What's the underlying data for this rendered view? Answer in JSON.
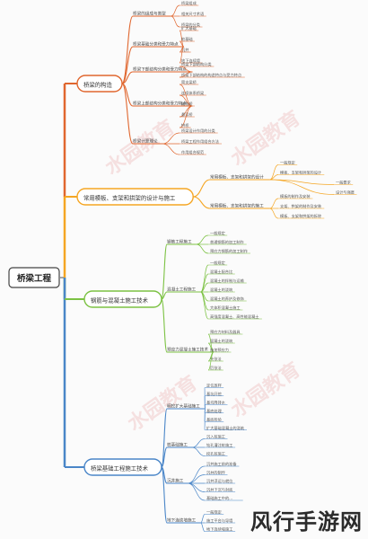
{
  "root": "桥梁工程",
  "watermark": "水园教育",
  "corner_label": "风行手游网",
  "colors": {
    "c1": "#e0662e",
    "c2": "#f5a623",
    "c3": "#7cc243",
    "c4": "#4a86c8",
    "line": "#e08050"
  },
  "branches": [
    {
      "id": "b1",
      "label": "桥梁的构造",
      "children": [
        {
          "label": "桥梁的组成与类型",
          "children": [
            "桥梁组成",
            "相关尺寸术语",
            "桥梁的分类"
          ]
        },
        {
          "label": "桥梁基础分类和受力特点",
          "children": [
            "扩大基础",
            "桩基础",
            "沉井",
            "地下连续墙"
          ]
        },
        {
          "label": "桥梁下部结构分类和受力特点",
          "children": [
            "桥梁下部结构分类",
            "桥梁下部结构的构造特点与受力特点"
          ]
        },
        {
          "label": "桥梁上部结构分类和受力特点",
          "children": [
            "简支梁桥",
            "连续体系桥梁",
            "刚构桥",
            "悬索桥",
            "拱桥"
          ]
        },
        {
          "label": "桥梁计算理论",
          "children": [
            "桥梁设计作用的分类",
            "桥梁工程作用组合方法",
            "作用组合规范"
          ]
        }
      ]
    },
    {
      "id": "b2",
      "label": "常用模板、支架和拱架的设计与施工",
      "children": [
        {
          "label": "常用模板、支架和拱架的设计",
          "children": [
            "一般规定",
            "模板、支架和拱架的设计",
            "一般要求",
            "设计与强度"
          ]
        },
        {
          "label": "常用模板、支架和拱架的施工",
          "children": [
            "模板的制作及安装",
            "支架、拱架的制作及安装",
            "模板、支架和拱架的拆除"
          ]
        }
      ]
    },
    {
      "id": "b3",
      "label": "钢筋与混凝土施工技术",
      "children": [
        {
          "label": "钢筋工程施工",
          "children": [
            "一般规定",
            "普通钢筋的加工制作",
            "预应力钢筋的加工制作"
          ]
        },
        {
          "label": "混凝土工程施工",
          "children": [
            "一般规定",
            "混凝土配合比",
            "混凝土的拌制与运输",
            "混凝土的浇筑",
            "混凝土的养护及修饰",
            "大体积混凝土施工",
            "高强度混凝土、高性能混凝土"
          ]
        },
        {
          "label": "预应力混凝土施工技术",
          "children": [
            "预应力材料及器具",
            "混凝土的浇筑",
            "施加预应力",
            "先张法",
            "后张法"
          ]
        }
      ]
    },
    {
      "id": "b4",
      "label": "桥梁基础工程施工技术",
      "children": [
        {
          "label": "明挖扩大基础施工",
          "children": [
            "定位放样",
            "基坑开挖",
            "基坑降排水",
            "基底处理",
            "基底检验",
            "扩大基础混凝土的浇筑"
          ]
        },
        {
          "label": "桩基础施工",
          "children": [
            "沉入桩施工",
            "钻孔灌注桩施工",
            "挖孔桩施工"
          ]
        },
        {
          "label": "沉井施工",
          "children": [
            "沉井施工前的准备",
            "沉井的制作",
            "沉井浮运与就位",
            "沉井下沉与封底",
            "基础施工中的..."
          ]
        },
        {
          "label": "地下连续墙施工",
          "children": [
            "一般规定",
            "施工平台与导墙",
            "地下连续墙施工"
          ]
        }
      ]
    }
  ]
}
